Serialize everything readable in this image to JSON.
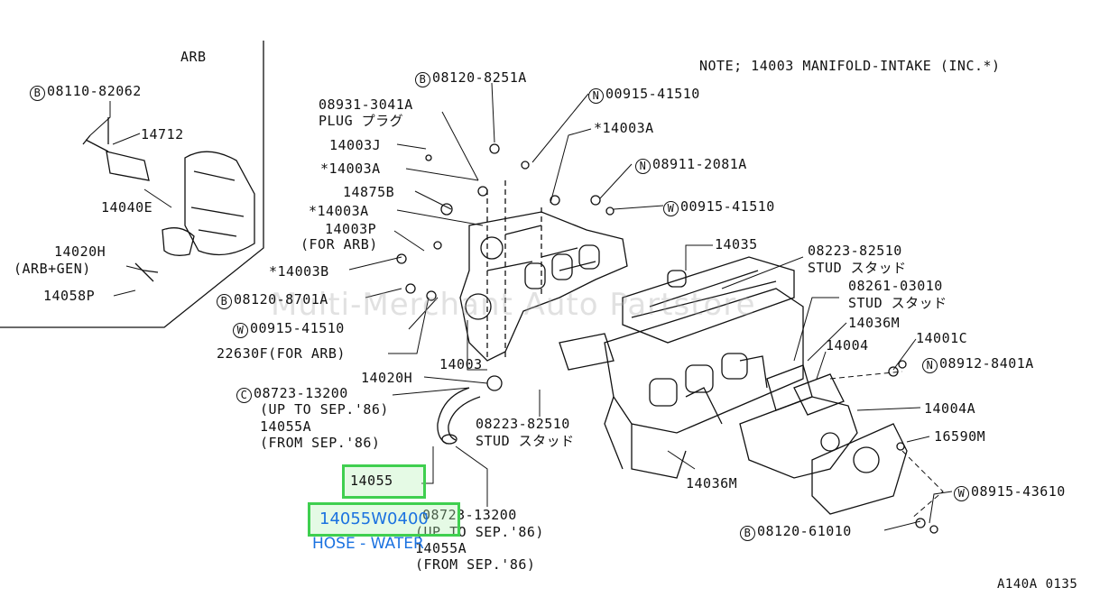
{
  "note": "NOTE; 14003 MANIFOLD-INTAKE (INC.*)",
  "inset_title": "ARB",
  "watermark": "Multi-Merchant Auto Partstore",
  "figure_code": "A140A 0135",
  "selected_part": {
    "number": "14055",
    "product_code": "14055W0400",
    "description": "HOSE - WATER"
  },
  "labels": {
    "b_08110_82062": "08110-82062",
    "p14712": "14712",
    "p14040e": "14040E",
    "p14020h_arb": "14020H",
    "arb_gen": "(ARB+GEN)",
    "p14058p": "14058P",
    "b_08120_8251a": "08120-8251A",
    "n_00915_41510_top": "00915-41510",
    "plug_num": "08931-3041A",
    "plug_txt": "PLUG プラグ",
    "p14003a_top": "*14003A",
    "p14003j": "14003J",
    "p14003a_2": "*14003A",
    "n_08911_2081a": "08911-2081A",
    "p14875b": "14875B",
    "w_00915_41510_mid": "00915-41510",
    "p14003a_3": "*14003A",
    "p14003p": "14003P",
    "for_arb_1": "(FOR ARB)",
    "p14035": "14035",
    "stud_08223_82510_top": "08223-82510",
    "stud_txt_top": "STUD スタッド",
    "p14003b": "*14003B",
    "b_08120_8701a": "08120-8701A",
    "stud_08261_03010": "08261-03010",
    "stud_txt_mid": "STUD スタッド",
    "w_00915_41510_low": "00915-41510",
    "p14036m_top": "14036M",
    "p22630f": "22630F(FOR ARB)",
    "p14004": "14004",
    "p14001c": "14001C",
    "n_08912_8401a": "08912-8401A",
    "p14003": "14003",
    "p14020h": "14020H",
    "c_08723_13200": "08723-13200",
    "up_to_1": "(UP TO SEP.'86)",
    "p14055a_1": "14055A",
    "from_1": "(FROM SEP.'86)",
    "stud_08223_82510_low": "08223-82510",
    "stud_txt_low": "STUD スタッド",
    "p14004a": "14004A",
    "p16590m": "16590M",
    "p14036m_low": "14036M",
    "c_08723_13200_low": "08723-13200",
    "up_to_2": "(UP TO SEP.'86)",
    "p14055a_2": "14055A",
    "from_2": "(FROM SEP.'86)",
    "w_08915_43610": "08915-43610",
    "b_08120_61010": "08120-61010"
  },
  "prefix": {
    "b": "B",
    "n": "N",
    "w": "W",
    "c": "C"
  },
  "colors": {
    "highlight": "#3fcf4f",
    "link": "#1b72e0"
  }
}
